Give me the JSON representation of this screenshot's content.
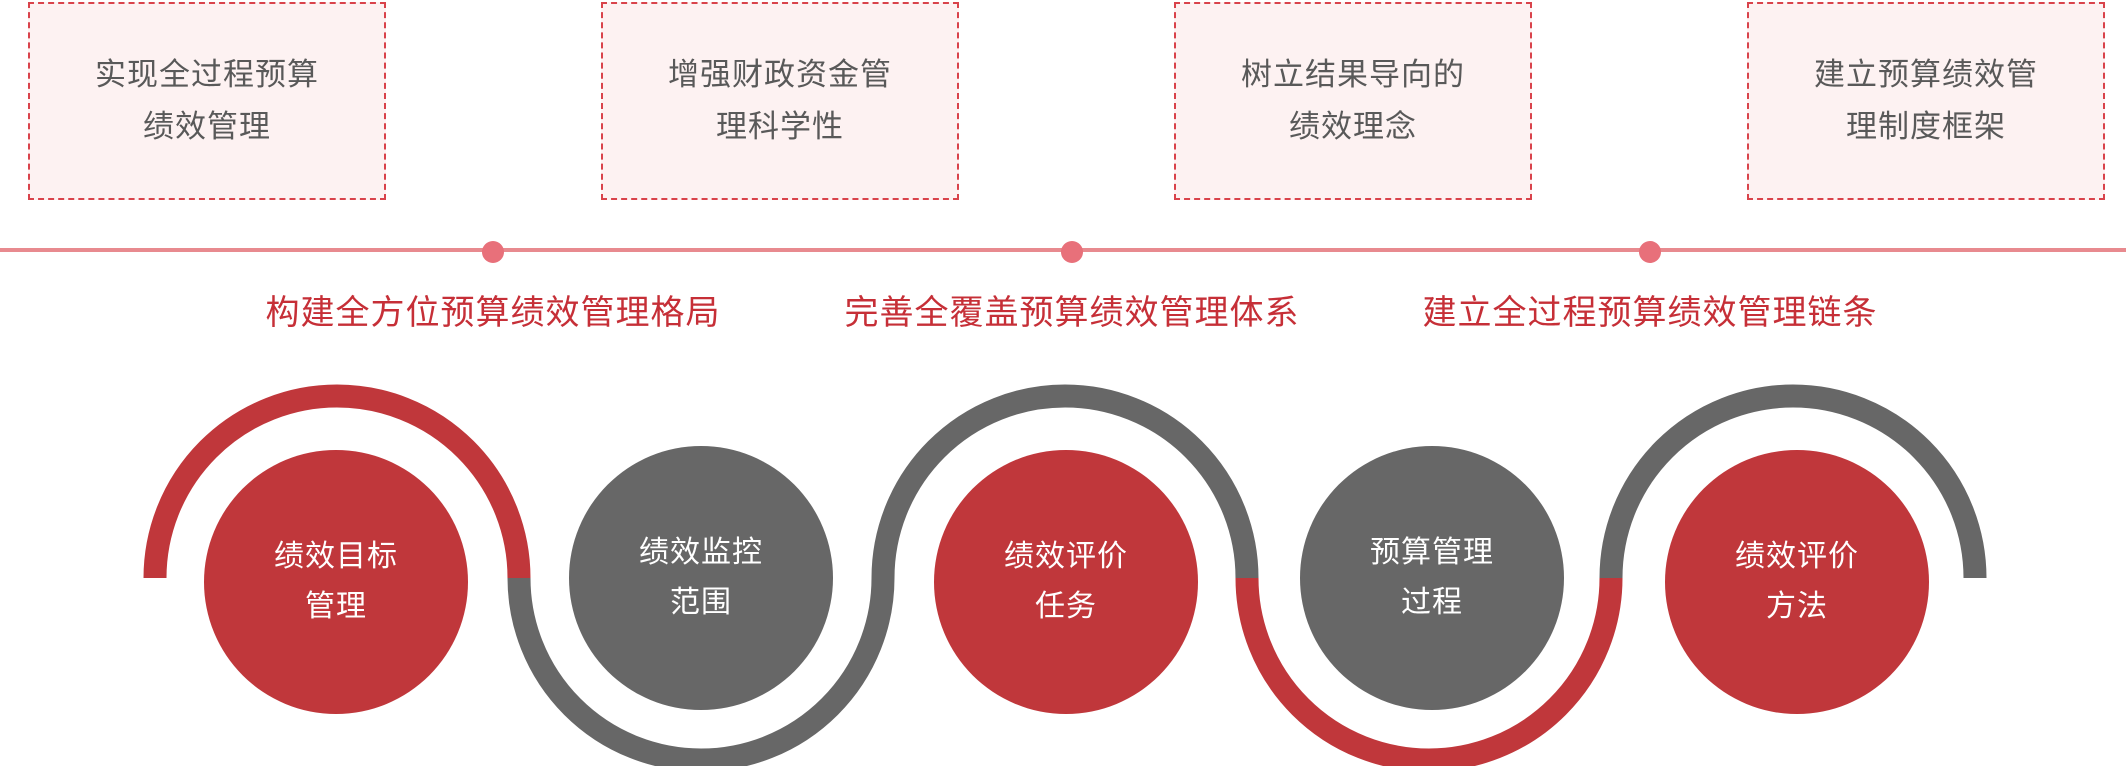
{
  "goals": [
    {
      "line1": "实现全过程预算",
      "line2": "绩效管理"
    },
    {
      "line1": "增强财政资金管",
      "line2": "理科学性"
    },
    {
      "line1": "树立结果导向的",
      "line2": "绩效理念"
    },
    {
      "line1": "建立预算绩效管",
      "line2": "理制度框架"
    }
  ],
  "phases": [
    "构建全方位预算绩效管理格局",
    "完善全覆盖预算绩效管理体系",
    "建立全过程预算绩效管理链条"
  ],
  "steps": [
    {
      "line1": "绩效目标",
      "line2": "管理",
      "color": "red"
    },
    {
      "line1": "绩效监控",
      "line2": "范围",
      "color": "gray"
    },
    {
      "line1": "绩效评价",
      "line2": "任务",
      "color": "red"
    },
    {
      "line1": "预算管理",
      "line2": "过程",
      "color": "gray"
    },
    {
      "line1": "绩效评价",
      "line2": "方法",
      "color": "red"
    }
  ],
  "colors": {
    "red": "#c0373b",
    "gray": "#676767",
    "line": "#e88a8f"
  }
}
